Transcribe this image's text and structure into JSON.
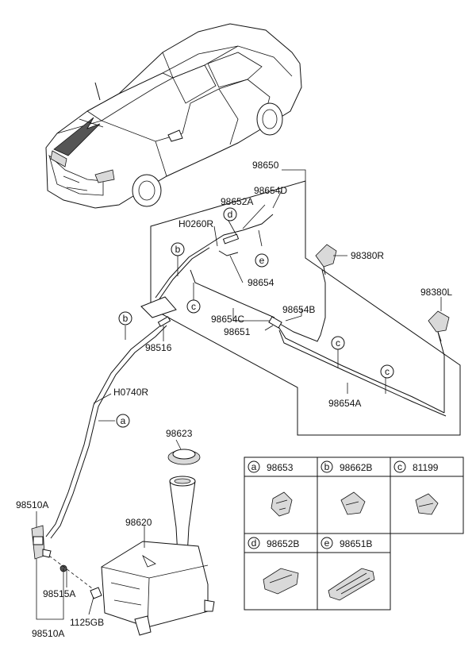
{
  "callouts": {
    "p98650": "98650",
    "p98654D": "98654D",
    "p98652A": "98652A",
    "pH0260R": "H0260R",
    "p98654": "98654",
    "p98380R": "98380R",
    "p98380L": "98380L",
    "p98654B": "98654B",
    "p98654C": "98654C",
    "p98651": "98651",
    "p98516": "98516",
    "pH0740R": "H0740R",
    "p98654A": "98654A",
    "p98623": "98623",
    "p98620": "98620",
    "p98510A_top": "98510A",
    "p98515A": "98515A",
    "p1125GB": "1125GB",
    "p98510A_bottom": "98510A"
  },
  "circle_letters": {
    "d": "d",
    "e": "e",
    "b_upper": "b",
    "c_upper": "c",
    "c_right1": "c",
    "c_right2": "c",
    "b_lower": "b",
    "a_hose": "a"
  },
  "legend": {
    "cells": [
      {
        "letter": "a",
        "part": "98653"
      },
      {
        "letter": "b",
        "part": "98662B"
      },
      {
        "letter": "c",
        "part": "81199"
      },
      {
        "letter": "d",
        "part": "98652B"
      },
      {
        "letter": "e",
        "part": "98651B"
      }
    ]
  },
  "icons": {
    "vehicle": "sedan-car-illustration",
    "reservoir": "washer-reservoir-tank",
    "pump": "washer-motor-pump",
    "nozzles": "washer-nozzle"
  }
}
